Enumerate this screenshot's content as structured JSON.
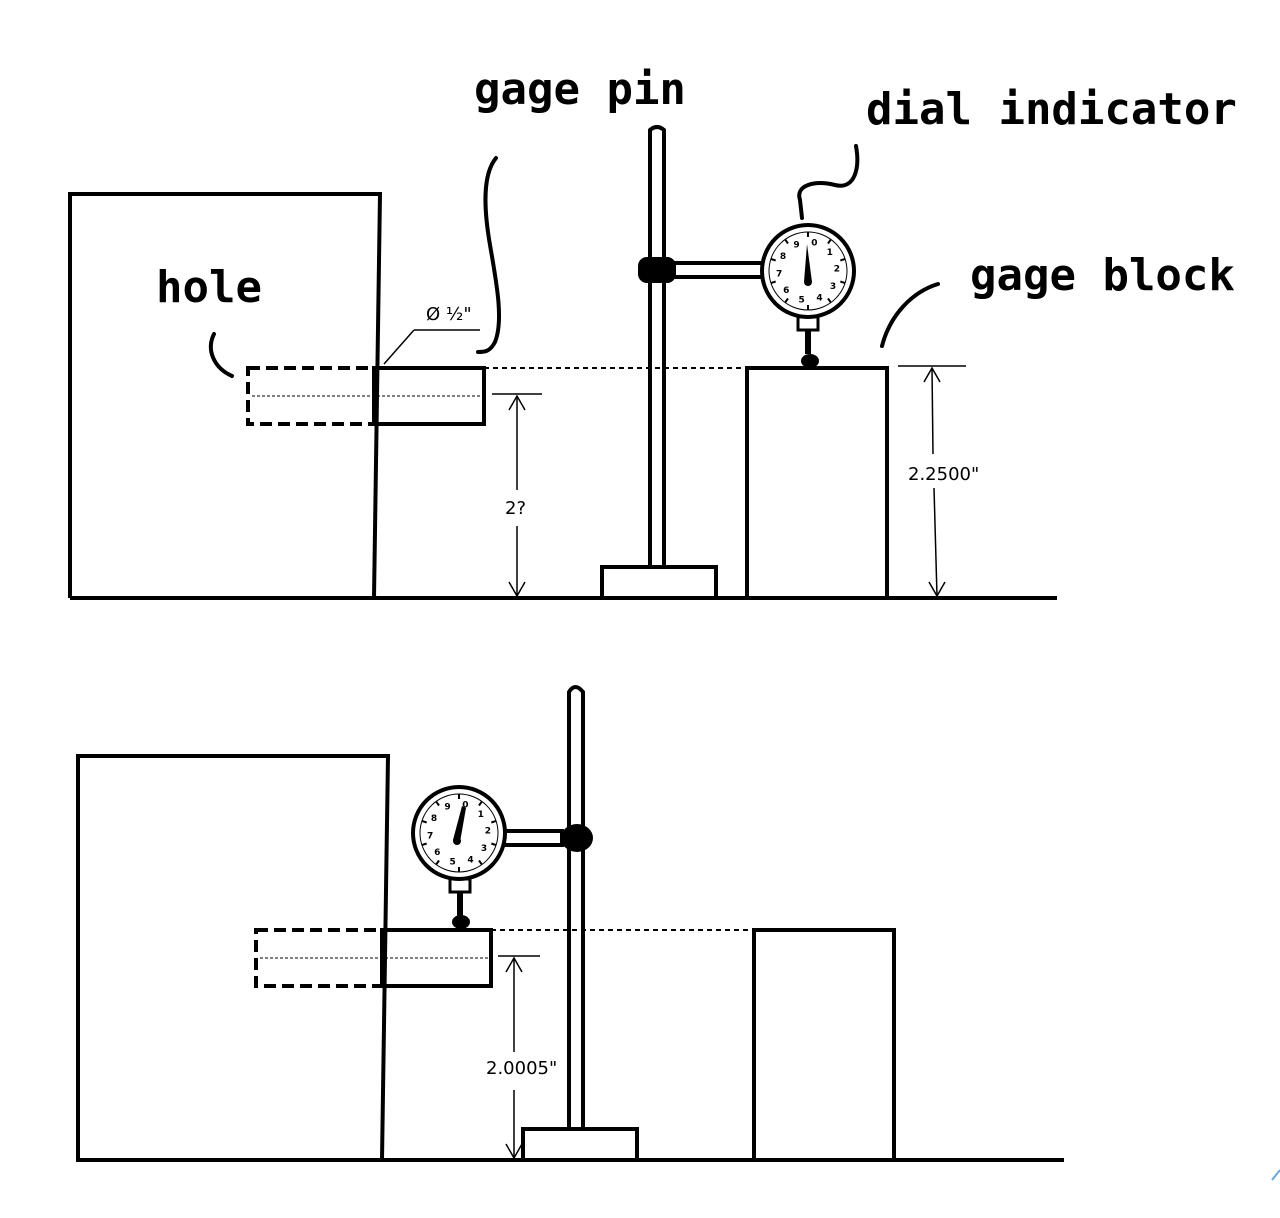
{
  "labels": {
    "gage_pin": "gage pin",
    "dial_indicator": "dial indicator",
    "hole": "hole",
    "gage_block": "gage block"
  },
  "dimensions": {
    "pin_diameter": "Ø ½\"",
    "top_unknown_height": "2?",
    "gage_block_height": "2.2500\"",
    "bottom_measured_height": "2.0005\""
  },
  "dial_numbers": [
    "0",
    "1",
    "2",
    "3",
    "4",
    "5",
    "6",
    "7",
    "8",
    "9"
  ],
  "colors": {
    "ink": "#000000",
    "background": "#ffffff"
  }
}
